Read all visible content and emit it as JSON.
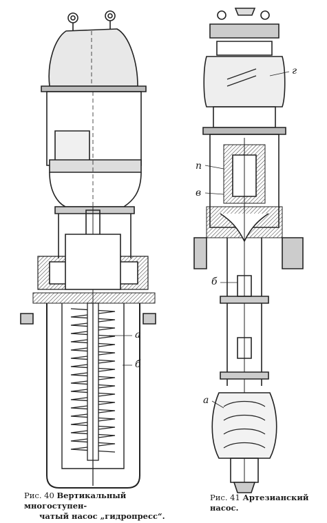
{
  "figure40": {
    "caption_prefix": "Рис. 40",
    "caption_line1": "Вертикальный многоступен-",
    "caption_line2": "чатый насос „гидропресс“.",
    "labels": {
      "a": "а",
      "b": "б"
    }
  },
  "figure41": {
    "caption_prefix": "Рис. 41",
    "caption_bold": "Артезианский насос.",
    "labels": {
      "g": "г",
      "p": "п",
      "v": "в",
      "b": "б",
      "a": "а"
    }
  }
}
